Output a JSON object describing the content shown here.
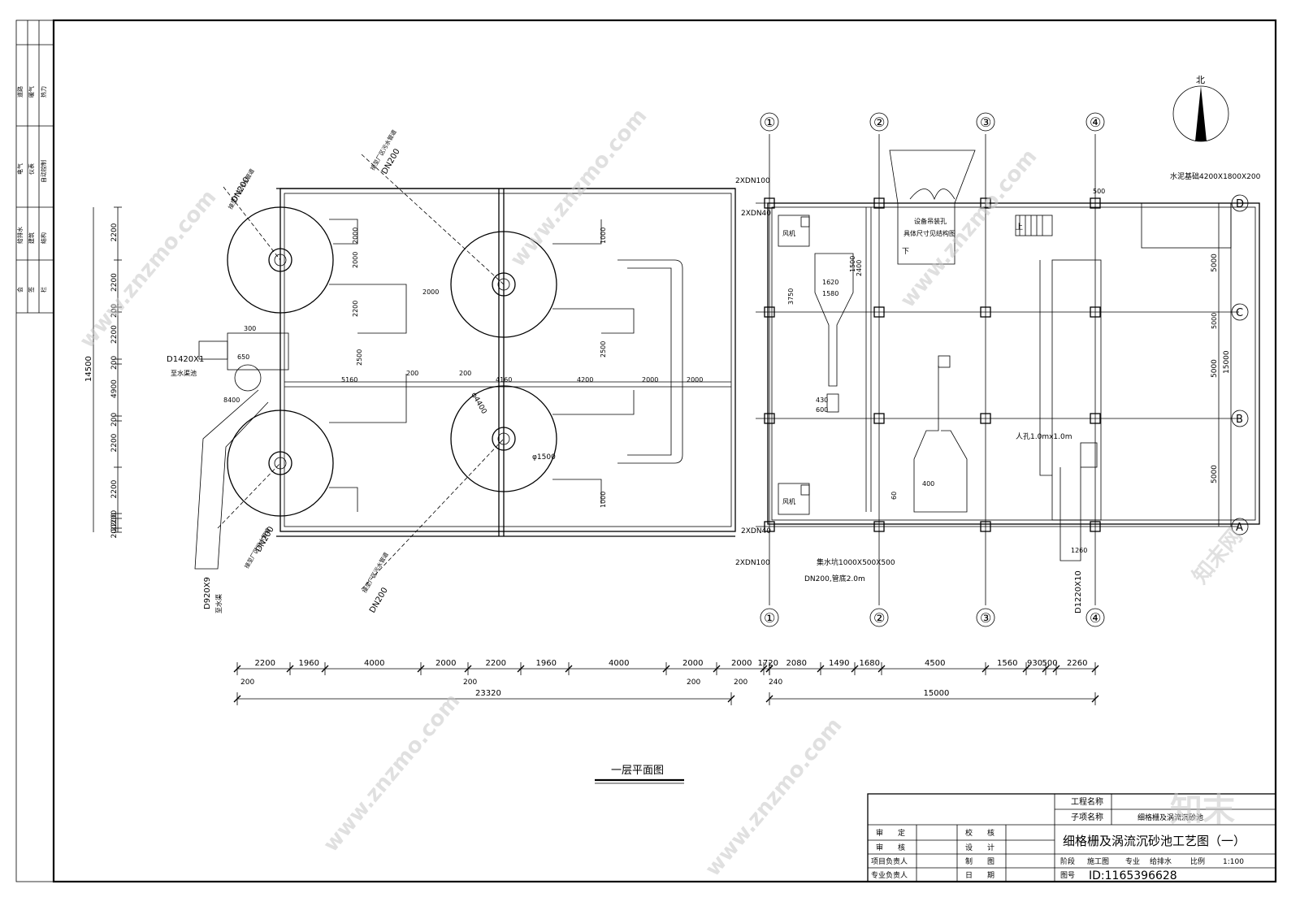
{
  "title_block": {
    "project_name_label": "工程名称",
    "sub_item_label": "子项名称",
    "sub_item_value": "细格栅及涡流沉砂池",
    "drawing_title": "细格栅及涡流沉砂池工艺图（一）",
    "roles": [
      {
        "a": "审　　定",
        "b": "校　　核"
      },
      {
        "a": "审　　核",
        "b": "设　　计"
      },
      {
        "a": "项目负责人",
        "b": "制　　图"
      },
      {
        "a": "专业负责人",
        "b": "日　　期"
      }
    ],
    "stage_label": "阶段",
    "stage_value": "施工图",
    "discipline_label": "专业",
    "discipline_value": "给排水",
    "scale_label": "比例",
    "scale_value": "1:100",
    "drawing_no_label": "图号",
    "id": "ID:1165396628"
  },
  "left_strip": {
    "col1": [
      "道路",
      "暖气",
      "热力",
      "电气",
      "仪表",
      "自动控制"
    ],
    "col2": [
      "给排水",
      "建筑",
      "结构"
    ],
    "col3": [
      "会",
      "签",
      "栏"
    ]
  },
  "plan_title": "一层平面图",
  "north_label": "北",
  "axes": {
    "cols": [
      "①",
      "②",
      "③",
      "④"
    ],
    "rows": [
      "D",
      "C",
      "B",
      "A"
    ]
  },
  "dims_bottom_left": [
    "2200",
    "1960",
    "4000",
    "2000",
    "2200",
    "1960",
    "4000",
    "2000",
    "2000",
    "1720"
  ],
  "dims_bottom_left_sub": [
    "200",
    "200",
    "200",
    "200"
  ],
  "dims_bottom_right": [
    "2080",
    "1490",
    "1680",
    "4500",
    "1560",
    "930",
    "500",
    "2260"
  ],
  "dims_bottom_right_sub": "240",
  "total_left": "23320",
  "total_right": "15000",
  "dims_left_vertical": [
    "2200",
    "2200",
    "200",
    "2200",
    "200",
    "4900",
    "200",
    "2200",
    "2200",
    "200",
    "2200",
    "200"
  ],
  "total_left_vertical": "14500",
  "dims_right_vertical": [
    "5000",
    "5000",
    "5000"
  ],
  "total_right_vertical": "15000",
  "labels": {
    "dn200": "DN200",
    "pipe_2xdn100": "2XDN100",
    "pipe_2xdn40": "2XDN40",
    "d1420": "D1420X1",
    "d920": "D920X9",
    "d1220": "D1220X10",
    "equipment": "设备吊装孔",
    "equipment2": "具体尺寸见结构图",
    "tank": "水泥基础4200X1800X200",
    "manhole": "人孔1.0mx1.0m",
    "drain": "DN200,管底2.0m",
    "sump": "集水坑1000X500X500",
    "fan": "风机",
    "in_water": "至水渠池",
    "out_water": "至水渠",
    "sewer": "接至厂区污水管道",
    "up": "上",
    "down": "下",
    "phi1500": "φ1500",
    "phi4400": "φ4400"
  },
  "inner_dims": [
    "2000",
    "2000",
    "2200",
    "2500",
    "2000",
    "4160",
    "4200",
    "2000",
    "2000",
    "5160",
    "200",
    "200",
    "1000",
    "2500",
    "300",
    "650",
    "8400",
    "1260",
    "3750",
    "1620",
    "1580",
    "430",
    "600",
    "2400",
    "1500",
    "400",
    "60",
    "1000",
    "5000",
    "500"
  ],
  "watermark": "www.znzmo.com",
  "watermark2": "知末网",
  "logo": "知末"
}
